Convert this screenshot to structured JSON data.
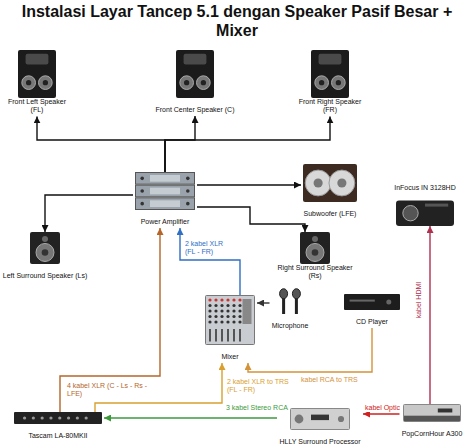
{
  "diagram": {
    "title": "Instalasi Layar Tancep 5.1 dengan Speaker Pasif Besar + Mixer",
    "nodes": [
      {
        "text": [
          "Front Left Speaker (FL)"
        ]
      },
      {
        "text": [
          "Front Center Speaker (C)"
        ]
      },
      {
        "text": [
          "Front Right Speaker (FR)"
        ]
      },
      {
        "text": [
          "Power Amplifier"
        ]
      },
      {
        "text": [
          "Subwoofer (LFE)"
        ]
      },
      {
        "text": [
          "InFocus IN 3128HD"
        ]
      },
      {
        "text": [
          "Left Surround Speaker (Ls)"
        ]
      },
      {
        "text": [
          "Right Surround Speaker (Rs)"
        ]
      },
      {
        "text": [
          "Microphone"
        ]
      },
      {
        "text": [
          "CD Player"
        ]
      },
      {
        "text": [
          "Mixer"
        ]
      },
      {
        "text": [
          "Tascam LA-80MKII"
        ]
      },
      {
        "text": [
          "HLLY Surround Processor"
        ]
      },
      {
        "text": [
          "PopCornHour A300"
        ]
      }
    ],
    "edges": [
      {
        "from": 3,
        "to": 0,
        "arrow": "to"
      },
      {
        "from": 3,
        "to": 1,
        "arrow": "to"
      },
      {
        "from": 3,
        "to": 2,
        "arrow": "to"
      },
      {
        "from": 3,
        "to": 4,
        "arrow": "to"
      },
      {
        "from": 3,
        "to": 6,
        "arrow": "to"
      },
      {
        "from": 3,
        "to": 7,
        "arrow": "to"
      },
      {
        "from": 10,
        "to": 3,
        "label": "2 kabel XLR (FL - FR)",
        "arrow": "to"
      },
      {
        "from": 8,
        "to": 10,
        "arrow": "to"
      },
      {
        "from": 9,
        "to": 10,
        "label": "kabel RCA to TRS",
        "arrow": "to"
      },
      {
        "from": 11,
        "to": 3,
        "label": "4 kabel XLR (C - Ls - Rs - LFE)",
        "arrow": "to"
      },
      {
        "from": 11,
        "to": 10,
        "label": "2 kabel XLR to TRS (FL - FR)",
        "arrow": "to"
      },
      {
        "from": 12,
        "to": 11,
        "label": "3 kabel Stereo RCA",
        "arrow": "to"
      },
      {
        "from": 13,
        "to": 12,
        "label": "kabel Optic",
        "arrow": "to"
      },
      {
        "from": 13,
        "to": 5,
        "label": "kabel HDMI",
        "arrow": "to"
      }
    ]
  }
}
